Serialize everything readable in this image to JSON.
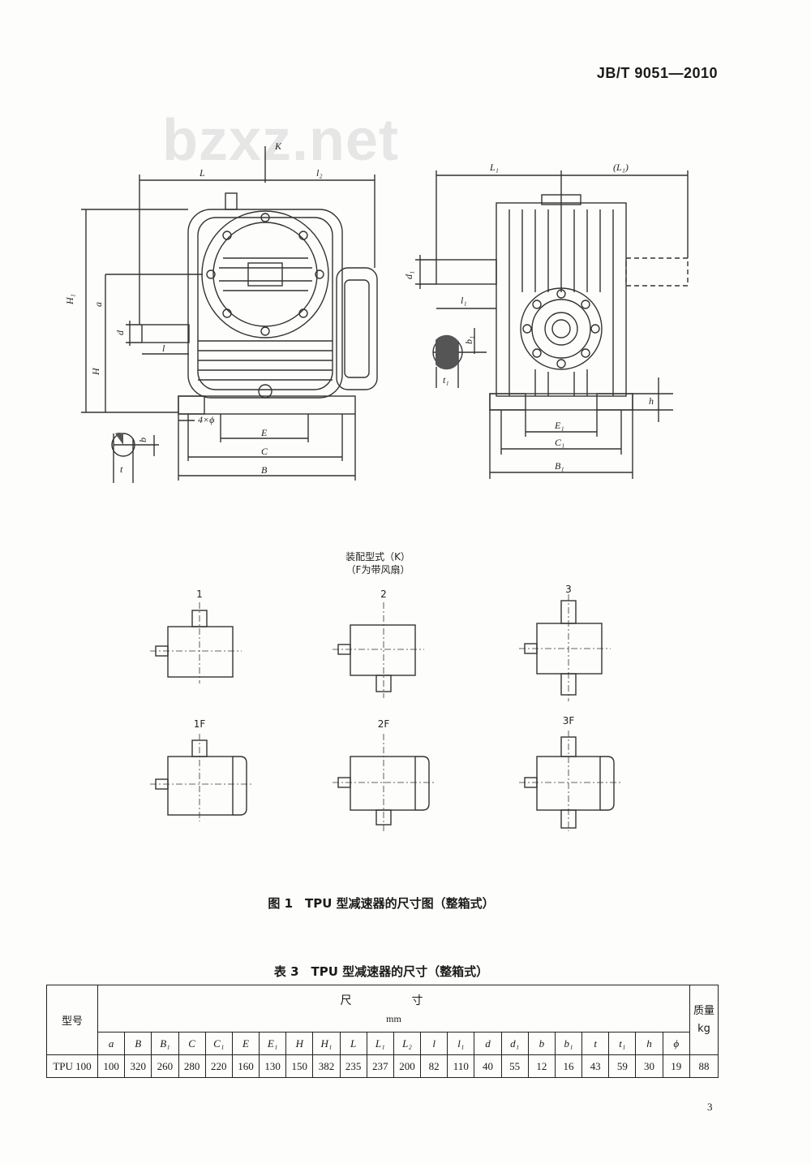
{
  "header": {
    "standard_number": "JB/T 9051—2010"
  },
  "watermark": {
    "text": "bzxz.net"
  },
  "figure": {
    "front_view_labels": {
      "K": "K",
      "L": "L",
      "l2": "l₂",
      "H1": "H₁",
      "a": "a",
      "d": "d",
      "l": "l",
      "H": "H",
      "phi": "4×ϕ",
      "E": "E",
      "C": "C",
      "B": "B",
      "b": "b",
      "t": "t"
    },
    "side_view_labels": {
      "L1": "L₁",
      "L1p": "(L₁)",
      "d1": "d₁",
      "l1": "l₁",
      "b1": "b₁",
      "t1": "t₁",
      "h": "h",
      "E1": "E₁",
      "C1": "C₁",
      "B1": "B₁"
    },
    "assembly_title": "装配型式（K）",
    "assembly_subtitle": "（F为带风扇）",
    "assembly_types": [
      "1",
      "2",
      "3",
      "1F",
      "2F",
      "3F"
    ],
    "caption": "图 1　TPU 型减速器的尺寸图（整箱式）"
  },
  "table": {
    "caption": "表 3　TPU 型减速器的尺寸（整箱式）",
    "model_header": "型号",
    "size_header": "尺　寸",
    "unit": "mm",
    "mass_header": "质量",
    "mass_unit": "kg",
    "columns": [
      "a",
      "B",
      "B₁",
      "C",
      "C₁",
      "E",
      "E₁",
      "H",
      "H₁",
      "L",
      "L₁",
      "L₂",
      "l",
      "l₁",
      "d",
      "d₁",
      "b",
      "b₁",
      "t",
      "t₁",
      "h",
      "ϕ"
    ],
    "rows": [
      {
        "model": "TPU 100",
        "values": [
          "100",
          "320",
          "260",
          "280",
          "220",
          "160",
          "130",
          "150",
          "382",
          "235",
          "237",
          "200",
          "82",
          "110",
          "40",
          "55",
          "12",
          "16",
          "43",
          "59",
          "30",
          "19"
        ],
        "mass": "88"
      }
    ]
  },
  "footer": {
    "page_number": "3"
  }
}
